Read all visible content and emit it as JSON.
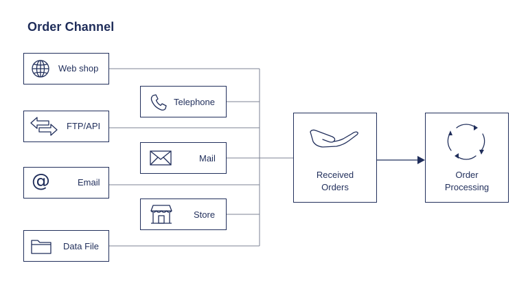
{
  "title": "Order Channel",
  "channels": [
    {
      "label": "Web shop",
      "icon": "globe-icon"
    },
    {
      "label": "Telephone",
      "icon": "phone-icon"
    },
    {
      "label": "FTP/API",
      "icon": "transfer-arrows-icon"
    },
    {
      "label": "Mail",
      "icon": "envelope-icon"
    },
    {
      "label": "Email",
      "icon": "at-icon"
    },
    {
      "label": "Store",
      "icon": "storefront-icon"
    },
    {
      "label": "Data File",
      "icon": "folder-icon"
    }
  ],
  "received": {
    "line1": "Received",
    "line2": "Orders",
    "icon": "hand-icon"
  },
  "processing": {
    "line1": "Order",
    "line2": "Processing",
    "icon": "cycle-arrows-icon"
  },
  "colors": {
    "stroke": "#1f2d5a",
    "connector": "#7b8193",
    "background": "#ffffff"
  }
}
